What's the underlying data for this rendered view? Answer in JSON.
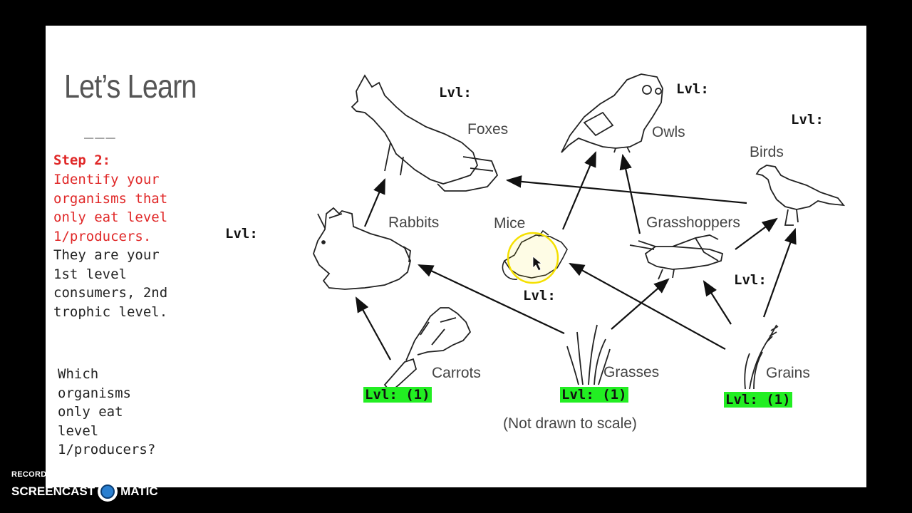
{
  "slide": {
    "title": "Let’s Learn",
    "divider": "___",
    "step_title": "Step 2:",
    "step_red": "Identify your\norganisms that\nonly eat level\n1/producers.",
    "step_black": "They are your\n1st level\nconsumers, 2nd\ntrophic level.",
    "question": "Which\norganisms\nonly eat\nlevel\n1/producers?"
  },
  "food_web": {
    "organisms": {
      "foxes": "Foxes",
      "owls": "Owls",
      "birds": "Birds",
      "rabbits": "Rabbits",
      "mice": "Mice",
      "grasshoppers": "Grasshoppers",
      "carrots": "Carrots",
      "grasses": "Grasses",
      "grains": "Grains"
    },
    "note": "(Not drawn to scale)",
    "level_blank": "Lvl:",
    "level_producer": "Lvl: (1)"
  },
  "watermark": {
    "small": "RECORDED WITH",
    "brand_left": "SCREENCAST",
    "brand_right": "MATIC"
  },
  "colors": {
    "red_text": "#e02828",
    "producer_highlight": "#22ee22",
    "cursor_highlight": "#f5e000"
  }
}
